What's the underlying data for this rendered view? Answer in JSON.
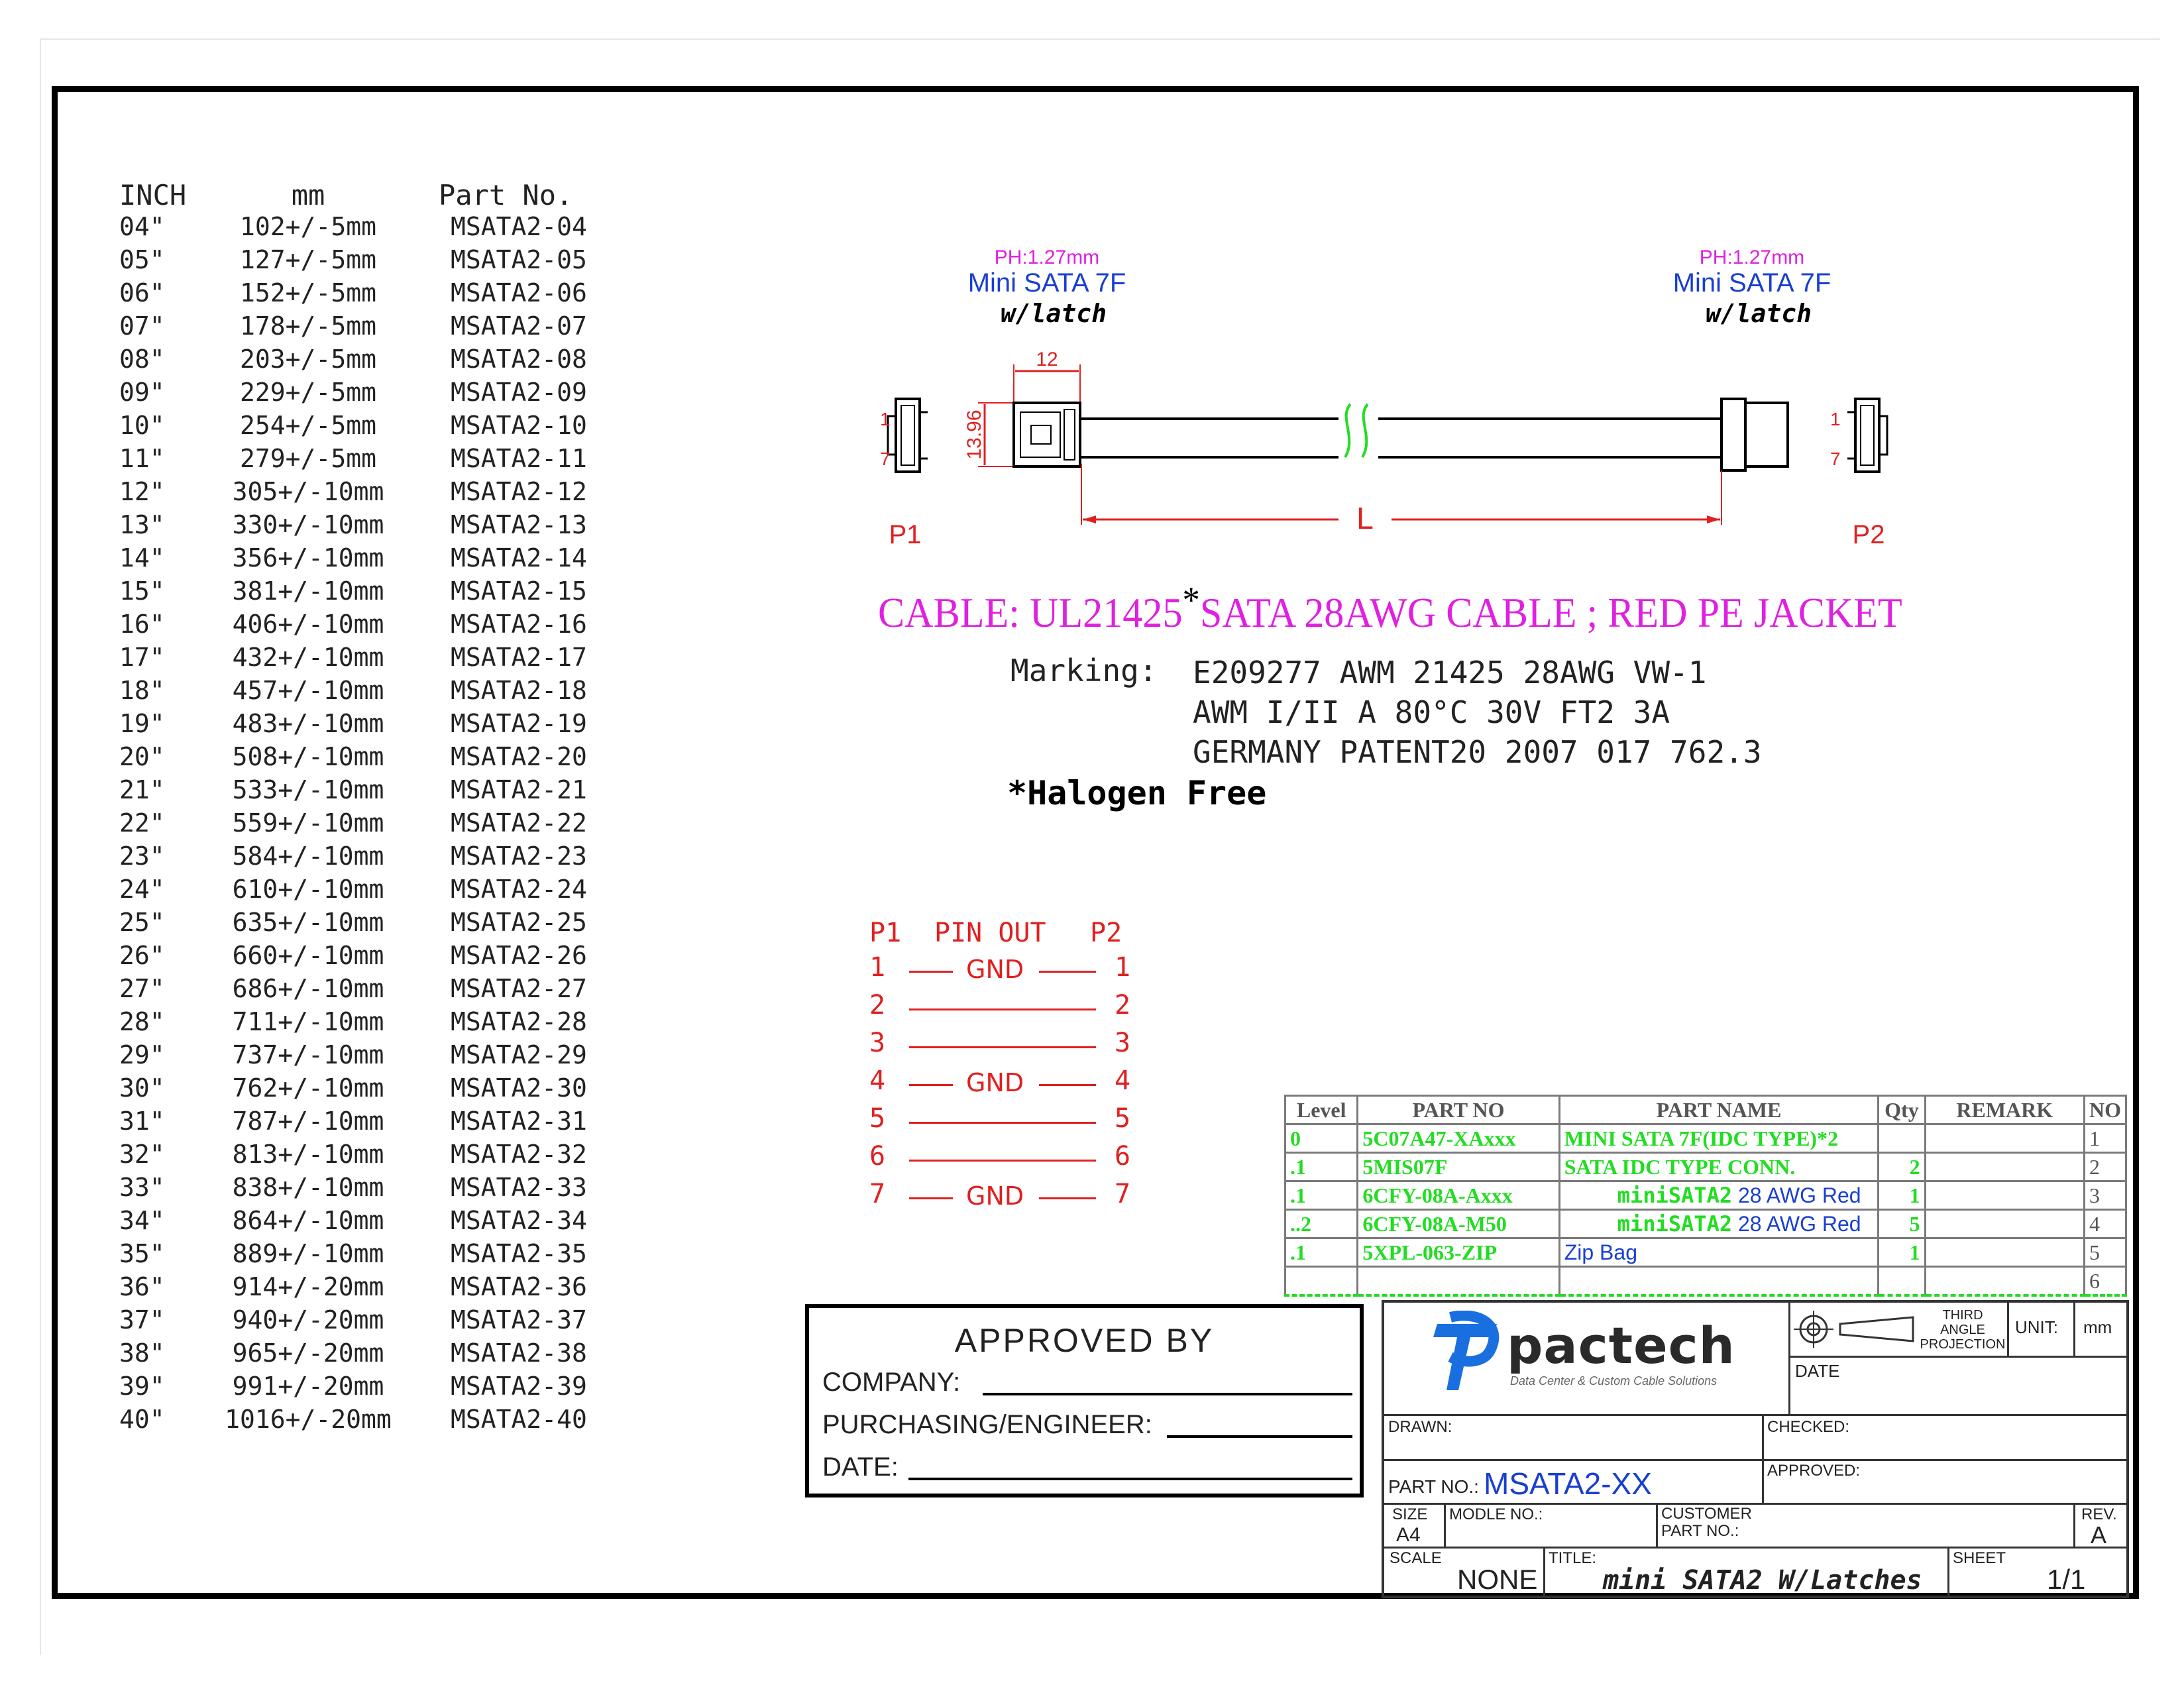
{
  "length_table": {
    "headers": [
      "INCH",
      "mm",
      "Part No."
    ],
    "rows": [
      [
        "04\"",
        "102+/-5mm",
        "MSATA2-04"
      ],
      [
        "05\"",
        "127+/-5mm",
        "MSATA2-05"
      ],
      [
        "06\"",
        "152+/-5mm",
        "MSATA2-06"
      ],
      [
        "07\"",
        "178+/-5mm",
        "MSATA2-07"
      ],
      [
        "08\"",
        "203+/-5mm",
        "MSATA2-08"
      ],
      [
        "09\"",
        "229+/-5mm",
        "MSATA2-09"
      ],
      [
        "10\"",
        "254+/-5mm",
        "MSATA2-10"
      ],
      [
        "11\"",
        "279+/-5mm",
        "MSATA2-11"
      ],
      [
        "12\"",
        "305+/-10mm",
        "MSATA2-12"
      ],
      [
        "13\"",
        "330+/-10mm",
        "MSATA2-13"
      ],
      [
        "14\"",
        "356+/-10mm",
        "MSATA2-14"
      ],
      [
        "15\"",
        "381+/-10mm",
        "MSATA2-15"
      ],
      [
        "16\"",
        "406+/-10mm",
        "MSATA2-16"
      ],
      [
        "17\"",
        "432+/-10mm",
        "MSATA2-17"
      ],
      [
        "18\"",
        "457+/-10mm",
        "MSATA2-18"
      ],
      [
        "19\"",
        "483+/-10mm",
        "MSATA2-19"
      ],
      [
        "20\"",
        "508+/-10mm",
        "MSATA2-20"
      ],
      [
        "21\"",
        "533+/-10mm",
        "MSATA2-21"
      ],
      [
        "22\"",
        "559+/-10mm",
        "MSATA2-22"
      ],
      [
        "23\"",
        "584+/-10mm",
        "MSATA2-23"
      ],
      [
        "24\"",
        "610+/-10mm",
        "MSATA2-24"
      ],
      [
        "25\"",
        "635+/-10mm",
        "MSATA2-25"
      ],
      [
        "26\"",
        "660+/-10mm",
        "MSATA2-26"
      ],
      [
        "27\"",
        "686+/-10mm",
        "MSATA2-27"
      ],
      [
        "28\"",
        "711+/-10mm",
        "MSATA2-28"
      ],
      [
        "29\"",
        "737+/-10mm",
        "MSATA2-29"
      ],
      [
        "30\"",
        "762+/-10mm",
        "MSATA2-30"
      ],
      [
        "31\"",
        "787+/-10mm",
        "MSATA2-31"
      ],
      [
        "32\"",
        "813+/-10mm",
        "MSATA2-32"
      ],
      [
        "33\"",
        "838+/-10mm",
        "MSATA2-33"
      ],
      [
        "34\"",
        "864+/-10mm",
        "MSATA2-34"
      ],
      [
        "35\"",
        "889+/-10mm",
        "MSATA2-35"
      ],
      [
        "36\"",
        "914+/-20mm",
        "MSATA2-36"
      ],
      [
        "37\"",
        "940+/-20mm",
        "MSATA2-37"
      ],
      [
        "38\"",
        "965+/-20mm",
        "MSATA2-38"
      ],
      [
        "39\"",
        "991+/-20mm",
        "MSATA2-39"
      ],
      [
        "40\"",
        "1016+/-20mm",
        "MSATA2-40"
      ]
    ]
  },
  "drawing": {
    "left_connector": {
      "pitch": "PH:1.27mm",
      "name": "Mini SATA 7F",
      "latch": "w/latch",
      "label": "P1",
      "pin_top": "1",
      "pin_bottom": "7"
    },
    "right_connector": {
      "pitch": "PH:1.27mm",
      "name": "Mini SATA 7F",
      "latch": "w/latch",
      "label": "P2",
      "pin_top": "1",
      "pin_bottom": "7"
    },
    "dim_width": "12",
    "dim_height": "13.96",
    "dim_length": "L"
  },
  "cable": {
    "title_a": "CABLE: UL21425",
    "title_star": "*",
    "title_b": "SATA 28AWG CABLE ; RED PE JACKET",
    "marking_label": "Marking:",
    "marking_lines": [
      "E209277 AWM 21425 28AWG VW-1",
      "AWM I/II A 80°C 30V FT2 3A",
      "GERMANY PATENT20 2007 017 762.3"
    ],
    "halogen": "*Halogen Free"
  },
  "pinout": {
    "header": [
      "P1",
      "PIN OUT",
      "P2"
    ],
    "rows": [
      {
        "left": "1",
        "label": "GND",
        "right": "1"
      },
      {
        "left": "2",
        "label": "",
        "right": "2"
      },
      {
        "left": "3",
        "label": "",
        "right": "3"
      },
      {
        "left": "4",
        "label": "GND",
        "right": "4"
      },
      {
        "left": "5",
        "label": "",
        "right": "5"
      },
      {
        "left": "6",
        "label": "",
        "right": "6"
      },
      {
        "left": "7",
        "label": "GND",
        "right": "7"
      }
    ]
  },
  "bom": {
    "headers": [
      "Level",
      "PART NO",
      "PART NAME",
      "Qty",
      "REMARK",
      "NO"
    ],
    "rows": [
      {
        "level": "0",
        "part_no": "5C07A47-XAxxx",
        "name_a": "MINI SATA 7F(IDC TYPE)*2",
        "name_b": "",
        "qty": "",
        "remark": "",
        "no": "1"
      },
      {
        "level": ".1",
        "part_no": "5MIS07F",
        "name_a": "SATA IDC TYPE CONN.",
        "name_b": "",
        "qty": "2",
        "remark": "",
        "no": "2"
      },
      {
        "level": ".1",
        "part_no": "6CFY-08A-Axxx",
        "name_a": "miniSATA2",
        "name_b": " 28 AWG Red",
        "qty": "1",
        "remark": "",
        "no": "3"
      },
      {
        "level": "..2",
        "part_no": "6CFY-08A-M50",
        "name_a": "miniSATA2",
        "name_b": " 28 AWG Red",
        "qty": "5",
        "remark": "",
        "no": "4"
      },
      {
        "level": ".1",
        "part_no": "5XPL-063-ZIP",
        "name_a": "",
        "name_b": "Zip Bag",
        "qty": "1",
        "remark": "",
        "no": "5"
      },
      {
        "level": "",
        "part_no": "",
        "name_a": "",
        "name_b": "",
        "qty": "",
        "remark": "",
        "no": "6"
      }
    ]
  },
  "approval": {
    "title": "APPROVED BY",
    "company": "COMPANY:",
    "purchasing": "PURCHASING/ENGINEER:",
    "date": "DATE:"
  },
  "title_block": {
    "brand": "pactech",
    "tagline": "Data Center & Custom Cable Solutions",
    "projection": [
      "THIRD",
      "ANGLE",
      "PROJECTION"
    ],
    "unit_label": "UNIT:",
    "unit_value": "mm",
    "date_label": "DATE",
    "drawn_label": "DRAWN:",
    "checked_label": "CHECKED:",
    "approved_label": "APPROVED:",
    "partno_label": "PART NO.:",
    "partno_value": "MSATA2-XX",
    "size_label": "SIZE",
    "size_value": "A4",
    "model_label": "MODLE NO.:",
    "customer_label": "CUSTOMER",
    "customer_label2": "PART NO.:",
    "rev_label": "REV.",
    "rev_value": "A",
    "scale_label": "SCALE",
    "scale_value": "NONE",
    "title_label": "TITLE:",
    "title_value": "mini SATA2 W/Latches",
    "sheet_label": "SHEET",
    "sheet_value": "1/1"
  }
}
